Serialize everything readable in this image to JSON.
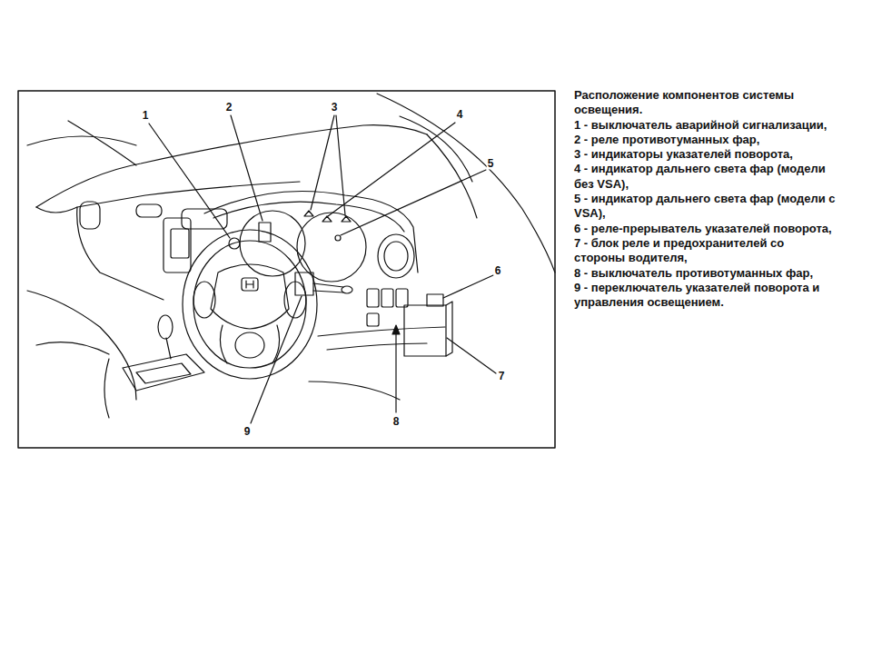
{
  "diagram": {
    "title": "Расположение компонентов системы освещения.",
    "labels": [
      "1",
      "2",
      "3",
      "4",
      "5",
      "6",
      "7",
      "8",
      "9",
      "1 - выключатель аварийной сигнализации,",
      "2 - реле противотуманных фар,",
      "3 - индикаторы указателей поворота,",
      "4 - индикатор дальнего света фар (модели без VSA),",
      "5 - индикатор дальнего света фар (модели с VSA),",
      "6 - реле-прерыватель указателей поворота,",
      "7 - блок реле и предохранителей со стороны водителя,",
      "8 - выключатель противотуманных фар,",
      "9 - переключатель указателей поворота и управления освещением."
    ]
  }
}
